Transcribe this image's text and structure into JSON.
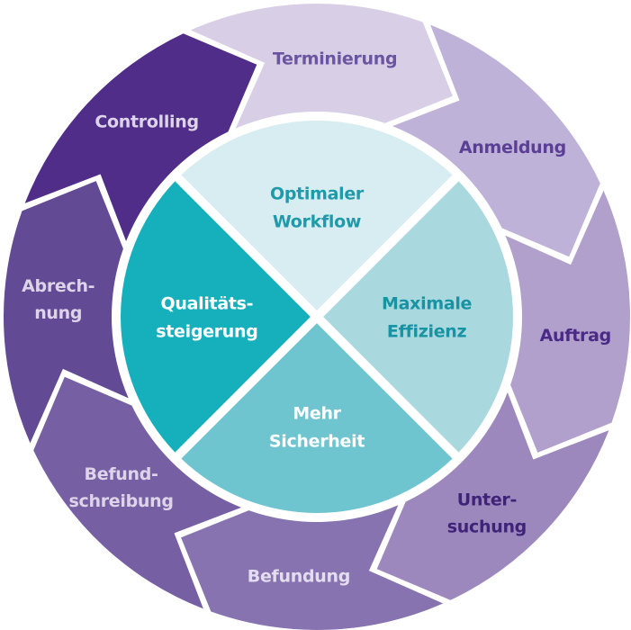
{
  "diagram": {
    "type": "process-cycle",
    "flow_direction": "clockwise",
    "cycle_steps": [
      {
        "label_lines": [
          "Terminierung"
        ],
        "fill": "#d8cfe6",
        "text_color": "#6a55a0"
      },
      {
        "label_lines": [
          "Anmeldung"
        ],
        "fill": "#bfb2d8",
        "text_color": "#5b3f95"
      },
      {
        "label_lines": [
          "Auftrag"
        ],
        "fill": "#b1a0cb",
        "text_color": "#4a2a86"
      },
      {
        "label_lines": [
          "Unter-",
          "suchung"
        ],
        "fill": "#9d88bd",
        "text_color": "#3f2378"
      },
      {
        "label_lines": [
          "Befundung"
        ],
        "fill": "#8673af",
        "text_color": "#e4ddef"
      },
      {
        "label_lines": [
          "Befund-",
          "schreibung"
        ],
        "fill": "#7660a3",
        "text_color": "#ddd4ea"
      },
      {
        "label_lines": [
          "Abrech-",
          "nung"
        ],
        "fill": "#624a95",
        "text_color": "#ddd4ea"
      },
      {
        "label_lines": [
          "Controlling"
        ],
        "fill": "#4f2d88",
        "text_color": "#ddd4ea"
      }
    ],
    "center_quadrants": [
      {
        "position": "top",
        "label_lines": [
          "Optimaler",
          "Workflow"
        ],
        "fill": "#d8edf1",
        "text_color": "#1f9aaa"
      },
      {
        "position": "right",
        "label_lines": [
          "Maximale",
          "Effizienz"
        ],
        "fill": "#a9d8de",
        "text_color": "#1893a3"
      },
      {
        "position": "bottom",
        "label_lines": [
          "Mehr",
          "Sicherheit"
        ],
        "fill": "#6fc5cf",
        "text_color": "#ffffff"
      },
      {
        "position": "left",
        "label_lines": [
          "Qualitäts-",
          "steigerung"
        ],
        "fill": "#16b0bd",
        "text_color": "#ffffff"
      }
    ]
  }
}
